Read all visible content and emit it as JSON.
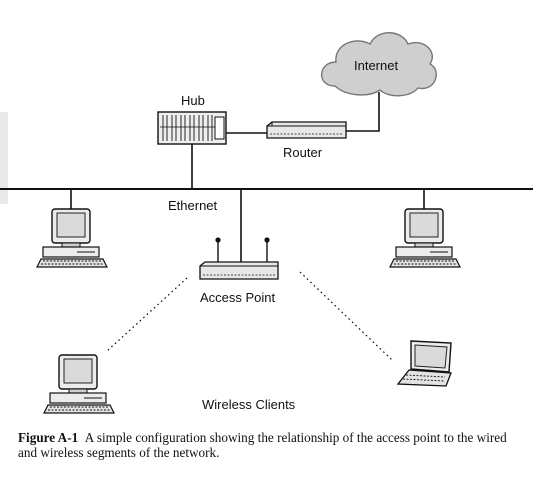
{
  "labels": {
    "internet": "Internet",
    "hub": "Hub",
    "router": "Router",
    "ethernet": "Ethernet",
    "access_point": "Access Point",
    "wireless_clients": "Wireless Clients"
  },
  "caption": {
    "figure": "Figure A-1",
    "text": "A simple configuration showing the relationship of the access point to the wired and wireless segments of the network."
  },
  "icons": {
    "internet": "cloud-icon",
    "hub": "hub-icon",
    "router": "router-icon",
    "access_point": "access-point-icon",
    "wired_clients": "desktop-computer-icon",
    "wireless_desktop": "desktop-computer-icon",
    "wireless_laptop": "laptop-icon"
  },
  "colors": {
    "line": "#111111",
    "cloud_fill": "#cfcfcf",
    "device_fill": "#ededed",
    "screen_fill": "#d9d9d9"
  }
}
